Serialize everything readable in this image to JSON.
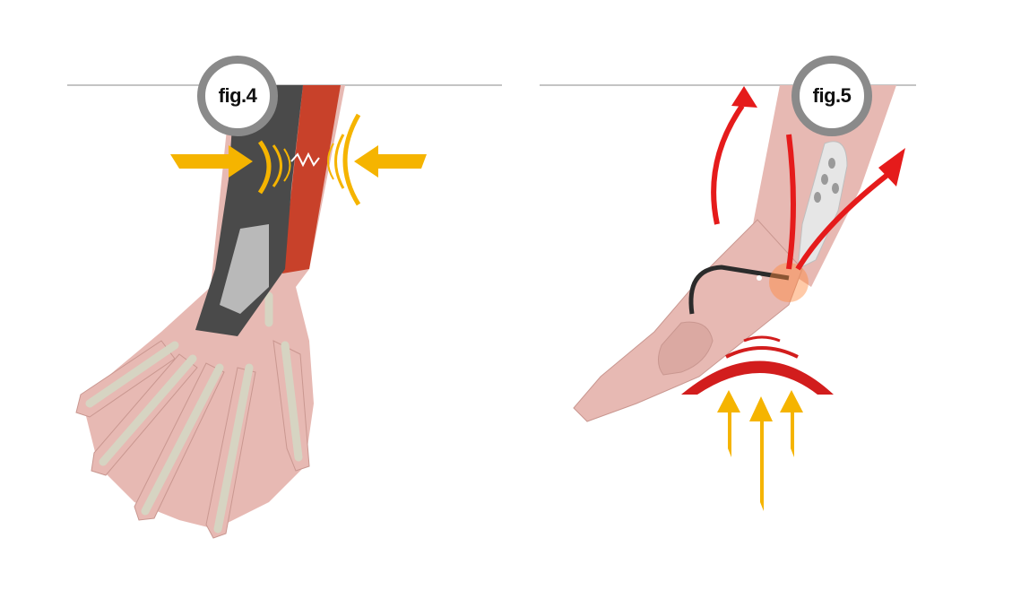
{
  "figures": [
    {
      "label": "fig.4",
      "illustration": "hand-with-wrist-brace-compression",
      "colors": {
        "skin": "#e7b9b3",
        "bone": "#d6d4c2",
        "brace": "#4a4a4a",
        "tendon": "#c8412a",
        "arrow": "#f5b400"
      }
    },
    {
      "label": "fig.5",
      "illustration": "hand-side-view-with-heat-pressure",
      "colors": {
        "skin": "#e7b9b3",
        "heat": "#e51b1b",
        "arrow": "#f5b400",
        "splint": "#e6e6e6"
      }
    }
  ],
  "badge_border_color": "#8a8a8a",
  "rule_color": "#8a8a8a"
}
